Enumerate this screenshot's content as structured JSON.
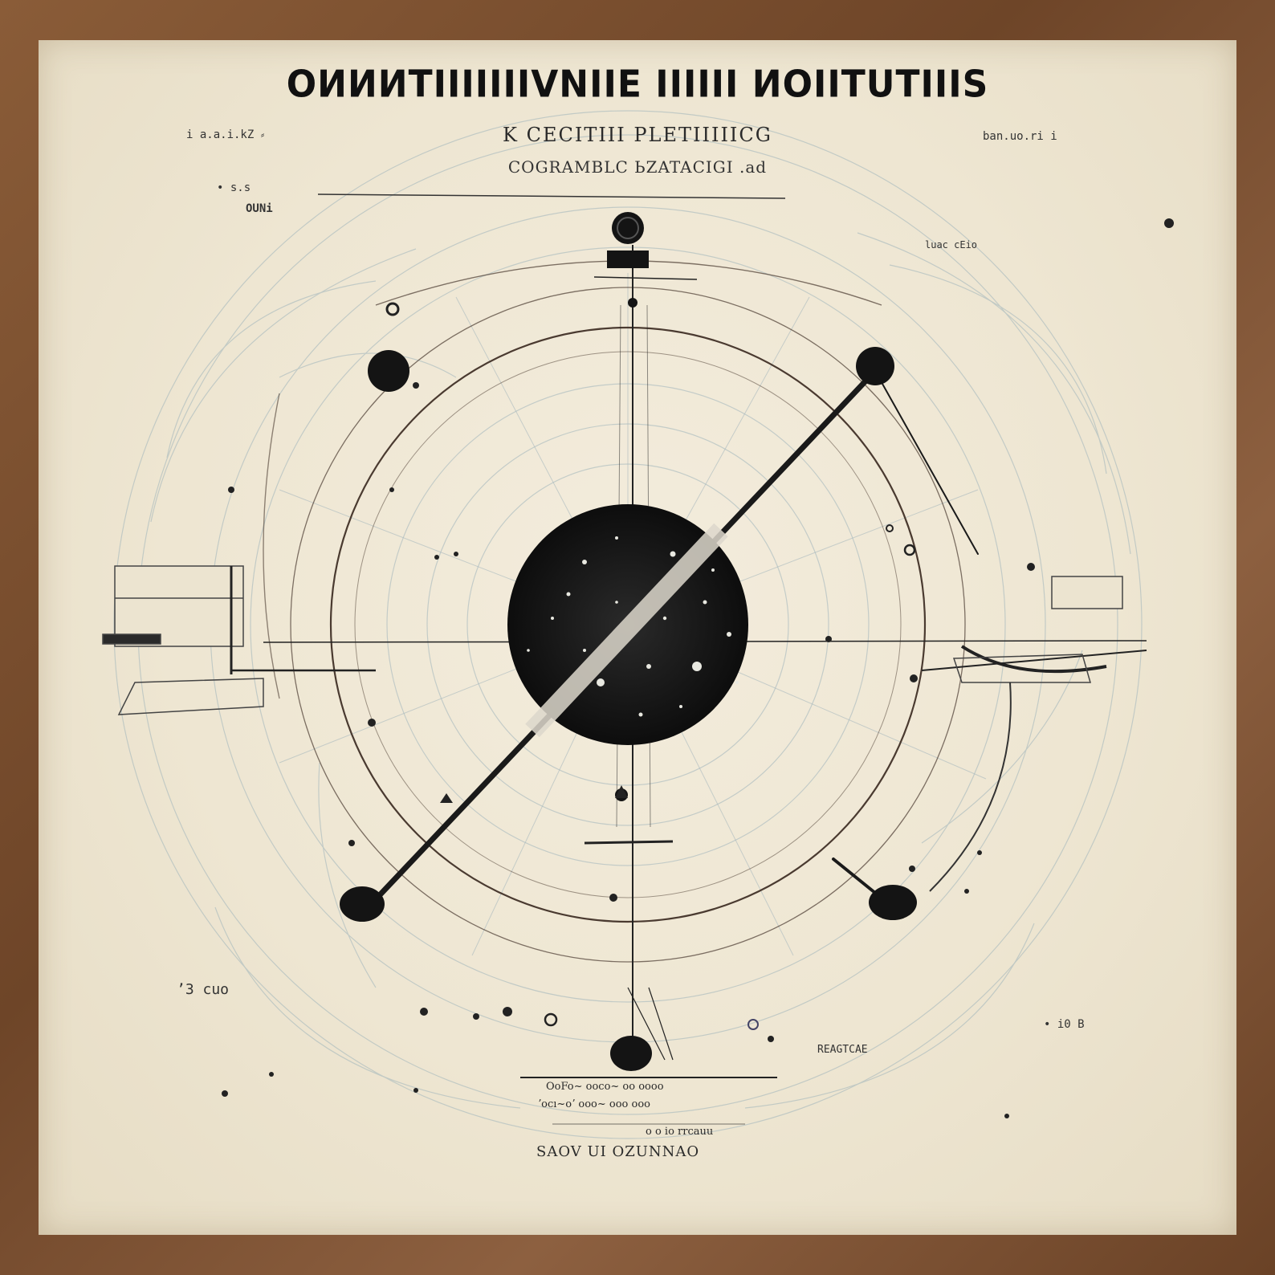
{
  "header": {
    "title": "ОИИИТIIIIIIIVNIIE IIIIII ИОIIТUTIIIS",
    "subtitle": "K CECITIII PLETIIIIICG",
    "subtitle2": "COGRAMBLC ЬZATACIGI .ad"
  },
  "notes": {
    "top_left": "i a.a.i.kZ ⸗",
    "top_left_2": "• s.s",
    "top_left_3": "OUNi",
    "top_right": "ban.uo.ri i",
    "top_right_2": "luac cEio",
    "bottom_left": "ʼ3 cuo",
    "bottom_right": "• i0 B",
    "bottom_right_2": "REAGTCAE"
  },
  "footer": {
    "line1": "OoFo~ ooco~ oo oooo",
    "line2": "ʼocı~oʼ ooo~ ooo ooo",
    "line3": "o o io rrcauu",
    "caption": "SAOV UI   OZUNNAO"
  },
  "colors": {
    "ink": "#1a1a1a",
    "paper": "#efe7d4",
    "frame": "#7a5234",
    "blueprint": "#8aa6b0"
  }
}
